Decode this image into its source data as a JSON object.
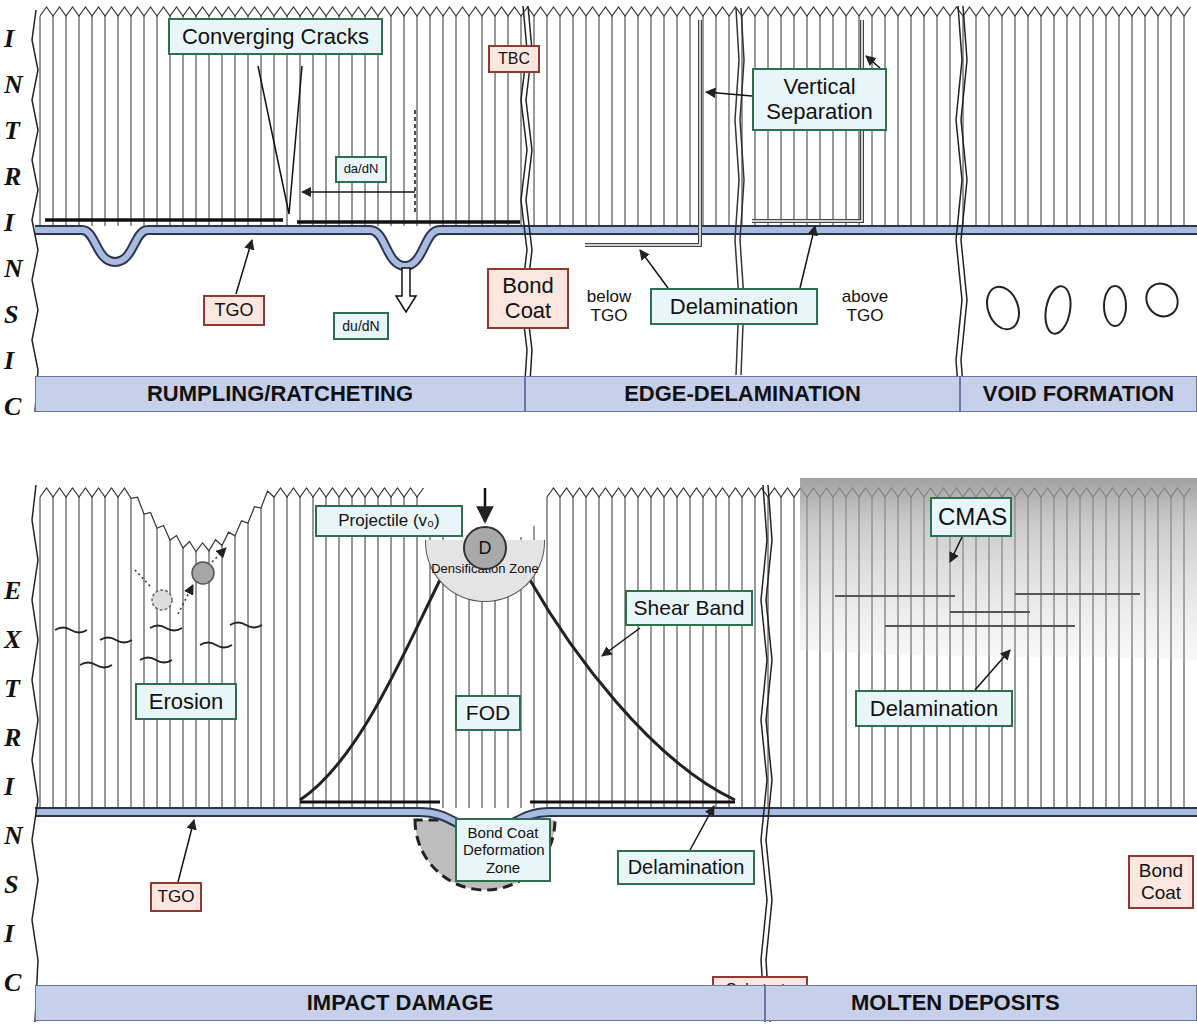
{
  "diagram": {
    "nodes": [
      {
        "text": [
          "Converging Cracks"
        ]
      },
      {
        "text": [
          "TBC"
        ]
      },
      {
        "text": [
          "Vertical Separation"
        ]
      },
      {
        "text": [
          "da/dN"
        ]
      },
      {
        "text": [
          "TGO"
        ]
      },
      {
        "text": [
          "du/dN"
        ]
      },
      {
        "text": [
          "Bond Coat"
        ]
      },
      {
        "text": [
          "Delamination"
        ]
      },
      {
        "text": [
          "RUMPLING/RATCHETING"
        ]
      },
      {
        "text": [
          "EDGE-DELAMINATION"
        ]
      },
      {
        "text": [
          "VOID FORMATION"
        ]
      },
      {
        "text": [
          "CMAS"
        ]
      },
      {
        "text": [
          "Projectile (v₀)"
        ]
      },
      {
        "text": [
          "D"
        ]
      },
      {
        "text": [
          "Densification Zone"
        ]
      },
      {
        "text": [
          "Shear Band"
        ]
      },
      {
        "text": [
          "Erosion"
        ]
      },
      {
        "text": [
          "FOD"
        ]
      },
      {
        "text": [
          "Delamination"
        ]
      },
      {
        "text": [
          "Bond Coat"
        ]
      },
      {
        "text": [
          "TGO"
        ]
      },
      {
        "text": [
          "Bond Coat Deformation Zone"
        ]
      },
      {
        "text": [
          "Delamination"
        ]
      },
      {
        "text": [
          "Substrate"
        ]
      },
      {
        "text": [
          "IMPACT DAMAGE"
        ]
      },
      {
        "text": [
          "MOLTEN DEPOSITS"
        ]
      }
    ],
    "labels": [
      "INTRINSIC",
      "below TGO",
      "above TGO",
      "EXTRINSIC"
    ]
  }
}
